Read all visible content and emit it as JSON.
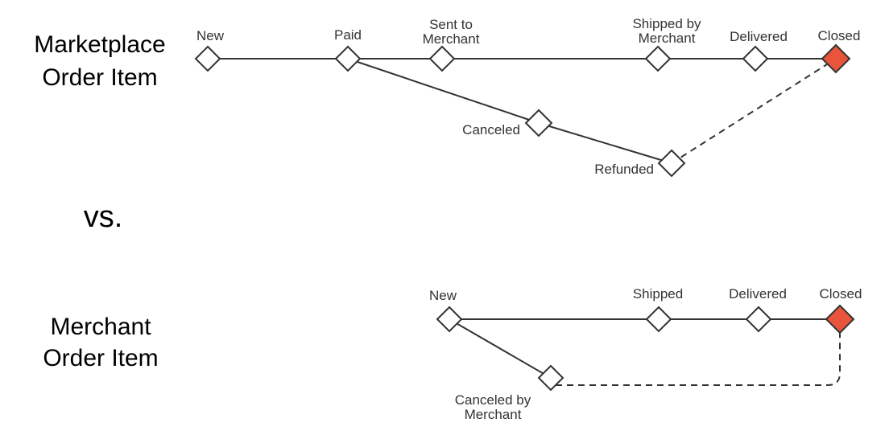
{
  "vs_label": "vs.",
  "colors": {
    "line": "#333333",
    "text": "#333333",
    "title_text": "#000000",
    "node_fill": "#FFFFFF",
    "closed_fill": "#E8553C"
  },
  "marketplace": {
    "title": [
      "Marketplace",
      "Order Item"
    ],
    "states": {
      "new": "New",
      "paid": "Paid",
      "sent_to_merchant": [
        "Sent to",
        "Merchant"
      ],
      "shipped_by_merchant": [
        "Shipped by",
        "Merchant"
      ],
      "delivered": "Delivered",
      "closed": "Closed",
      "canceled": "Canceled",
      "refunded": "Refunded"
    },
    "transitions": [
      {
        "from": "New",
        "to": "Paid",
        "style": "solid"
      },
      {
        "from": "Paid",
        "to": "Sent to Merchant",
        "style": "solid"
      },
      {
        "from": "Sent to Merchant",
        "to": "Shipped by Merchant",
        "style": "solid"
      },
      {
        "from": "Shipped by Merchant",
        "to": "Delivered",
        "style": "solid"
      },
      {
        "from": "Delivered",
        "to": "Closed",
        "style": "solid"
      },
      {
        "from": "Paid",
        "to": "Canceled",
        "style": "solid"
      },
      {
        "from": "Canceled",
        "to": "Refunded",
        "style": "solid"
      },
      {
        "from": "Refunded",
        "to": "Closed",
        "style": "dashed"
      }
    ]
  },
  "merchant": {
    "title": [
      "Merchant",
      "Order Item"
    ],
    "states": {
      "new": "New",
      "shipped": "Shipped",
      "delivered": "Delivered",
      "closed": "Closed",
      "canceled_by_merchant": [
        "Canceled by",
        "Merchant"
      ]
    },
    "transitions": [
      {
        "from": "New",
        "to": "Shipped",
        "style": "solid"
      },
      {
        "from": "Shipped",
        "to": "Delivered",
        "style": "solid"
      },
      {
        "from": "Delivered",
        "to": "Closed",
        "style": "solid"
      },
      {
        "from": "New",
        "to": "Canceled by Merchant",
        "style": "solid"
      },
      {
        "from": "Canceled by Merchant",
        "to": "Closed",
        "style": "dashed"
      }
    ]
  }
}
